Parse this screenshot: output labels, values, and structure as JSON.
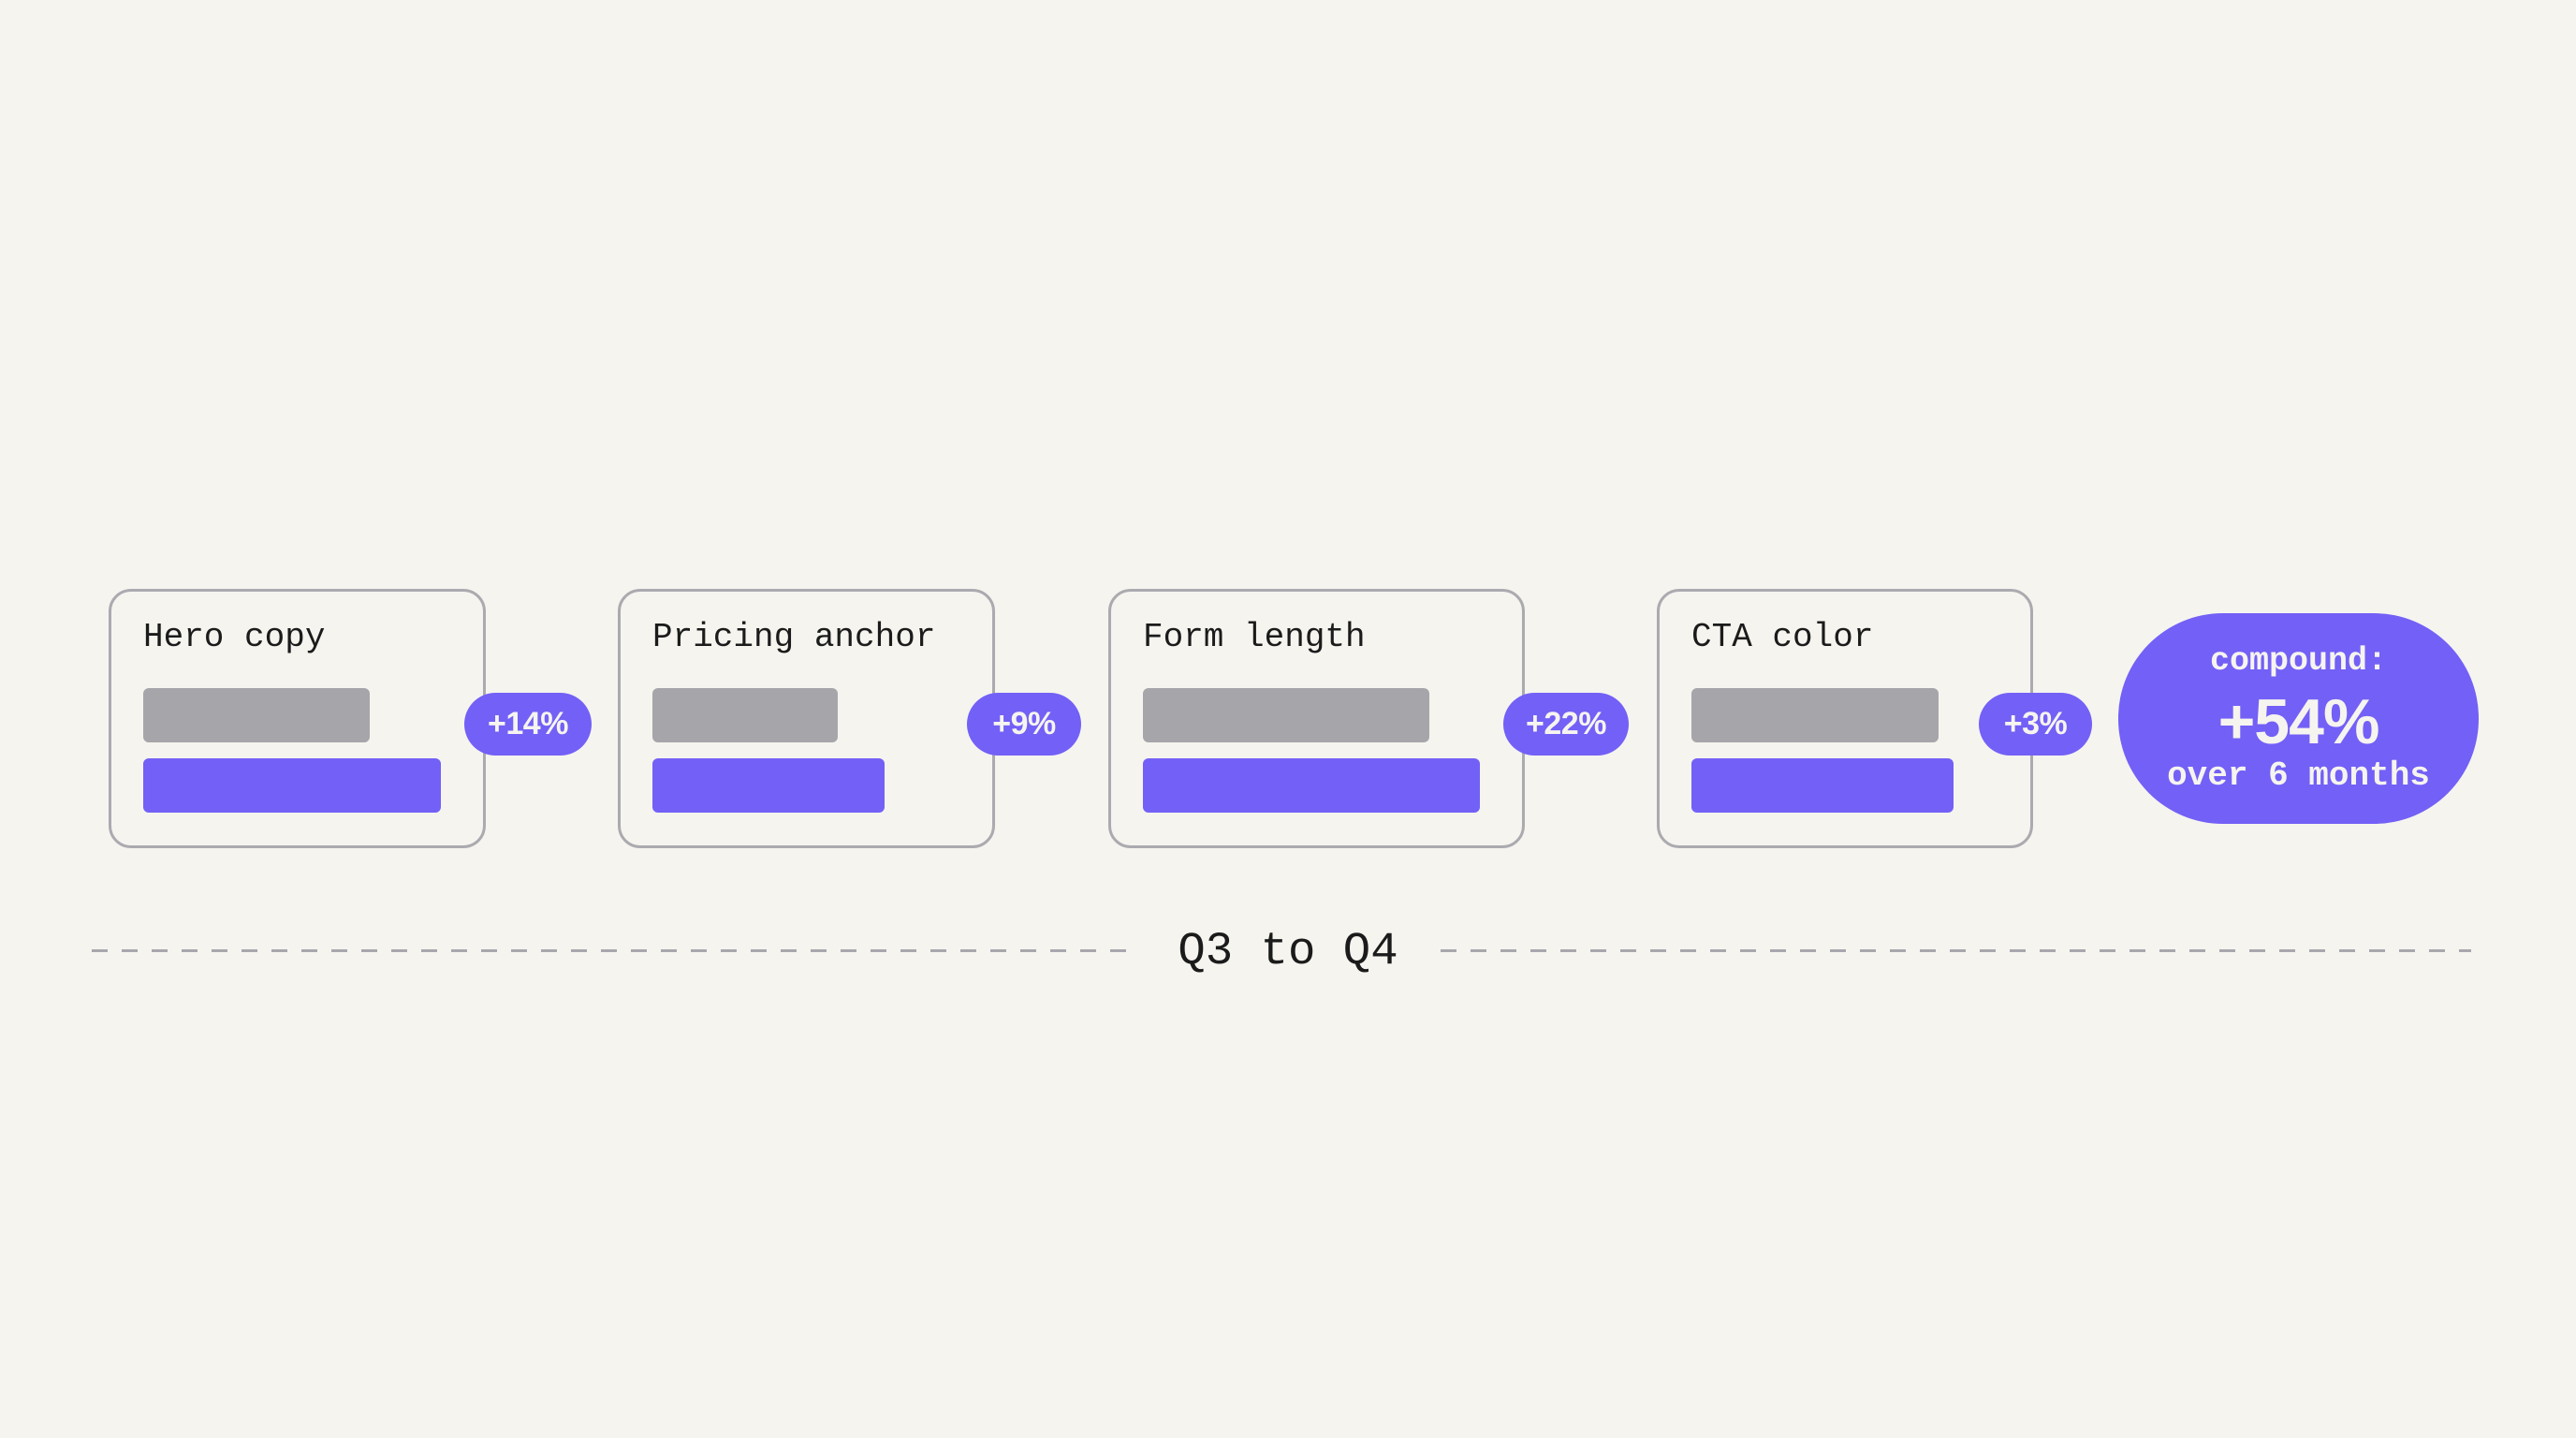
{
  "colors": {
    "background": "#F5F4EF",
    "card_border": "#ABAAAF",
    "control_bar": "#A6A5AA",
    "variant_bar": "#7360F6",
    "accent": "#7360F6",
    "badge_text": "#F6F4EF",
    "text": "#1B1B1B",
    "dash": "#A8A7AC"
  },
  "experiments": [
    {
      "title": "Hero copy",
      "lift": "+14%",
      "control_bar": "control",
      "variant_bar": "variant"
    },
    {
      "title": "Pricing anchor",
      "lift": "+9%",
      "control_bar": "control",
      "variant_bar": "variant"
    },
    {
      "title": "Form length",
      "lift": "+22%",
      "control_bar": "control",
      "variant_bar": "variant"
    },
    {
      "title": "CTA color",
      "lift": "+3%",
      "control_bar": "control",
      "variant_bar": "variant"
    }
  ],
  "compound": {
    "label": "compound:",
    "value": "+54%",
    "period": "over 6 months"
  },
  "timeline": {
    "label": "Q3 to Q4"
  }
}
